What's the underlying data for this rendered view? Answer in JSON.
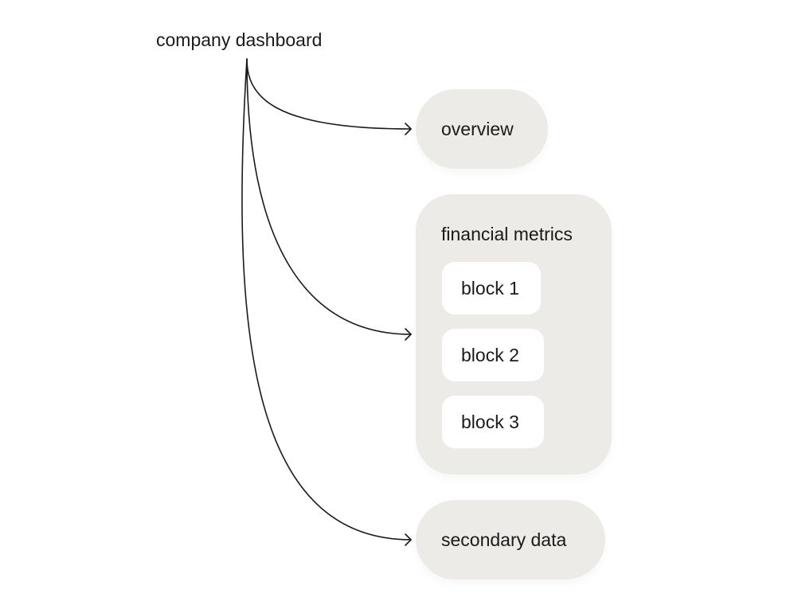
{
  "diagram": {
    "root": {
      "label": "company dashboard"
    },
    "nodes": [
      {
        "label": "overview"
      },
      {
        "label": "financial metrics",
        "children": [
          "block 1",
          "block 2",
          "block 3"
        ]
      },
      {
        "label": "secondary data"
      }
    ]
  },
  "colors": {
    "node_fill": "#ecebe8",
    "block_fill": "#ffffff",
    "line": "#1a1a1a",
    "text": "#1a1a1a"
  }
}
